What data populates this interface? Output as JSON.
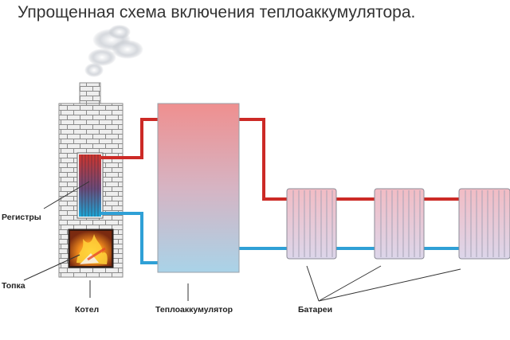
{
  "title": "Упрощенная схема включения теплоаккумулятора.",
  "labels": {
    "registers": "Регистры",
    "firebox": "Топка",
    "boiler": "Котел",
    "accumulator": "Теплоаккумулятор",
    "batteries": "Батареи"
  },
  "colors": {
    "hot_pipe": "#cc2a26",
    "cold_pipe": "#2fa0d6",
    "brick": "#eeeeee",
    "mortar": "#8a8a8a",
    "tank_top": "#ef8f8f",
    "tank_bottom": "#a9d3e8"
  }
}
